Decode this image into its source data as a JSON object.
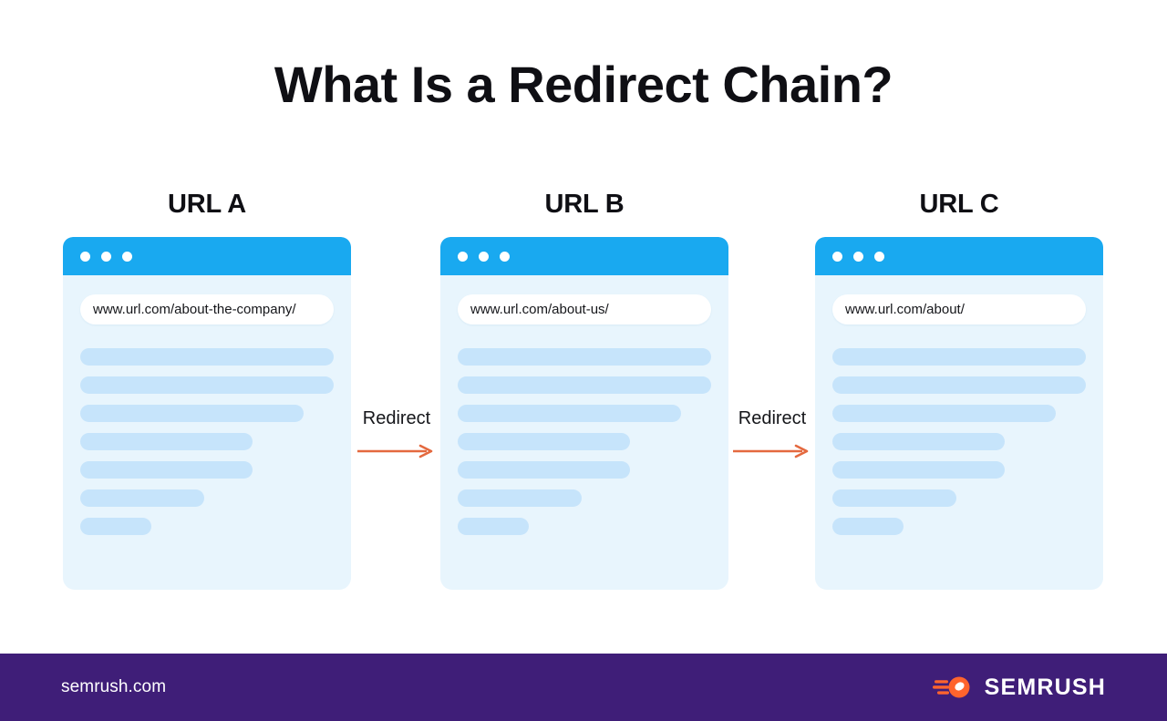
{
  "page": {
    "title": "What Is a Redirect Chain?",
    "background_color": "#ffffff"
  },
  "theme": {
    "browser_bar_blue": "#19a9f0",
    "browser_body_blue": "#e8f5fd",
    "placeholder_bar_blue": "#c6e4fb",
    "arrow_orange": "#e4693f",
    "footer_purple": "#3f1e78",
    "title_color": "#0f0f14"
  },
  "diagram": {
    "nodes": [
      {
        "label": "URL A",
        "url": "www.url.com/about-the-company/",
        "window_dots": 3,
        "content_bar_widths": [
          "100%",
          "100%",
          "88%",
          "68%",
          "68%",
          "49%",
          "28%"
        ]
      },
      {
        "label": "URL B",
        "url": "www.url.com/about-us/",
        "window_dots": 3,
        "content_bar_widths": [
          "100%",
          "100%",
          "88%",
          "68%",
          "68%",
          "49%",
          "28%"
        ]
      },
      {
        "label": "URL C",
        "url": "www.url.com/about/",
        "window_dots": 3,
        "content_bar_widths": [
          "100%",
          "100%",
          "88%",
          "68%",
          "68%",
          "49%",
          "28%"
        ]
      }
    ],
    "connectors": [
      {
        "label": "Redirect",
        "from": "URL A",
        "to": "URL B",
        "icon": "arrow-right-icon"
      },
      {
        "label": "Redirect",
        "from": "URL B",
        "to": "URL C",
        "icon": "arrow-right-icon"
      }
    ]
  },
  "footer": {
    "site": "semrush.com",
    "brand": "SEMRUSH",
    "logo_icon": "semrush-comet-icon"
  }
}
